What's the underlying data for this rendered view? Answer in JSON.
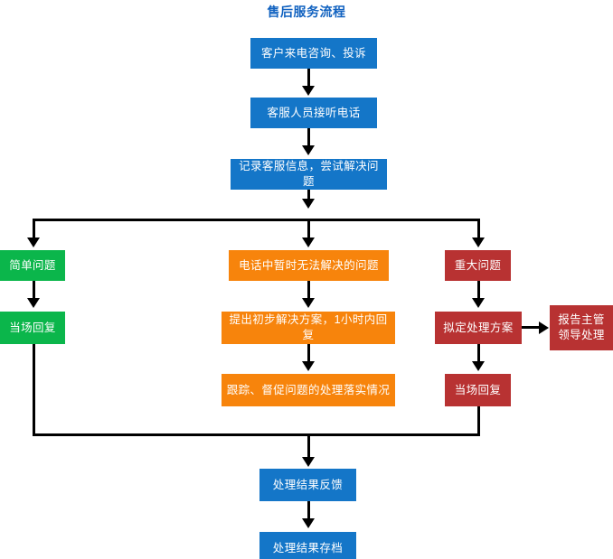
{
  "diagram": {
    "title": "售后服务流程",
    "title_color": "#1162c0",
    "colors": {
      "blue": "#1476c8",
      "green": "#0bb64b",
      "orange": "#f7840c",
      "red": "#b83232",
      "connector": "#000000",
      "background": "#ffffff"
    },
    "nodes": {
      "main_1": "客户来电咨询、投诉",
      "main_2": "客服人员接听电话",
      "main_3": "记录客服信息，尝试解决问题",
      "green_1": "简单问题",
      "green_2": "当场回复",
      "orange_1": "电话中暂时无法解决的问题",
      "orange_2": "提出初步解决方案，1小时内回复",
      "orange_3": "跟踪、督促问题的处理落实情况",
      "red_1": "重大问题",
      "red_2": "拟定处理方案",
      "red_3": "当场回复",
      "red_side": "报告主管\n领导处理",
      "red_side_line1": "报告主管",
      "red_side_line2": "领导处理",
      "end_1": "处理结果反馈",
      "end_2": "处理结果存档"
    }
  }
}
